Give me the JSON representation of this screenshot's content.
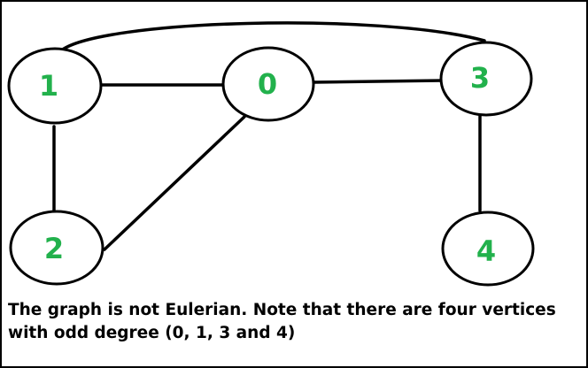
{
  "diagram": {
    "label_color": "#22b14c",
    "vertices": [
      {
        "id": "1",
        "label": "1"
      },
      {
        "id": "0",
        "label": "0"
      },
      {
        "id": "3",
        "label": "3"
      },
      {
        "id": "2",
        "label": "2"
      },
      {
        "id": "4",
        "label": "4"
      }
    ],
    "edges": [
      {
        "from": "1",
        "to": "0"
      },
      {
        "from": "0",
        "to": "3"
      },
      {
        "from": "1",
        "to": "2"
      },
      {
        "from": "0",
        "to": "2"
      },
      {
        "from": "3",
        "to": "4"
      },
      {
        "from": "1",
        "to": "3"
      }
    ]
  },
  "caption": {
    "line1": "The graph is not Eulerian.  Note that there are four vertices",
    "line2": "with odd degree (0, 1, 3 and 4)"
  }
}
